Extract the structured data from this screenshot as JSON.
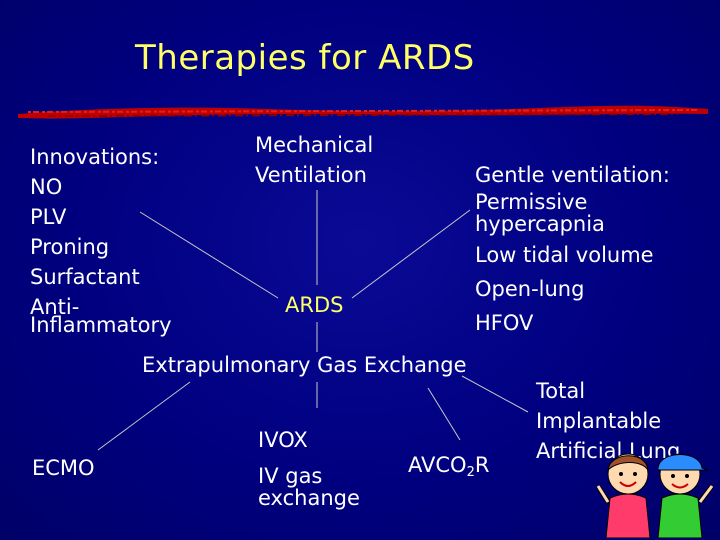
{
  "title": "Therapies for ARDS",
  "center": "ARDS",
  "innovations": {
    "heading": "Innovations:",
    "items": [
      "NO",
      "PLV",
      "Proning",
      "Surfactant",
      "Anti-",
      "Inflammatory"
    ]
  },
  "mechanical_ventilation": [
    "Mechanical",
    "Ventilation"
  ],
  "gentle_ventilation": {
    "heading": "Gentle ventilation:",
    "items": [
      "Permissive",
      "hypercapnia",
      "Low tidal volume",
      "Open-lung",
      "HFOV"
    ]
  },
  "extrapulmonary": "Extrapulmonary Gas Exchange",
  "ecmo": "ECMO",
  "ivox": {
    "label": "IVOX",
    "sub": [
      "IV gas",
      "exchange"
    ]
  },
  "avco2r": {
    "prefix": "AVCO",
    "subscript": "2",
    "suffix": "R"
  },
  "total_lung": [
    "Total",
    "Implantable",
    "Artificial Lung"
  ],
  "colors": {
    "background": "#00007a",
    "title": "#ffff66",
    "accent": "#ffff66",
    "text": "#ffffff",
    "lines": "#c8c8c8",
    "rule": "#cc0000"
  }
}
